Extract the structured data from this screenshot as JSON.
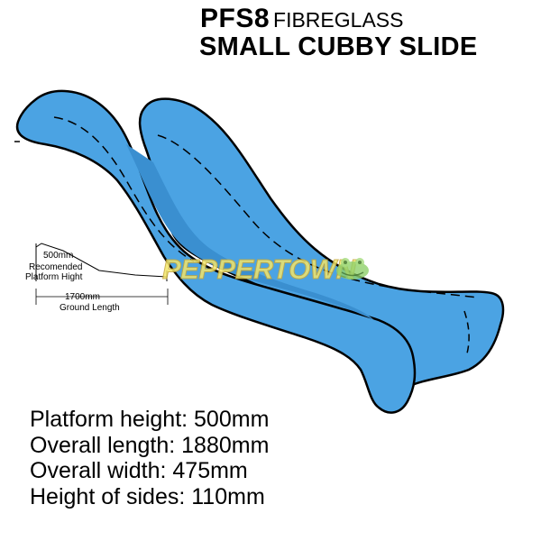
{
  "header": {
    "model_code": "PFS8",
    "material": "FIBREGLASS",
    "product_name": "SMALL CUBBY SLIDE"
  },
  "diagram": {
    "platform_height_label": "500mm",
    "recommended_label_1": "Recomended",
    "recommended_label_2": "Platform Hight",
    "ground_length_value": "1700mm",
    "ground_length_label": "Ground Length"
  },
  "watermark": {
    "text": "PEPPERTOWN",
    "icon": "frog-mascot-icon"
  },
  "specs": [
    "Platform height: 500mm",
    "Overall length: 1880mm",
    "Overall width: 475mm",
    "Height of sides: 110mm"
  ],
  "colors": {
    "slide_fill": "#4ba3e3",
    "slide_shade": "#3a8fd0",
    "outline": "#000000",
    "watermark": "#f4e76a"
  }
}
